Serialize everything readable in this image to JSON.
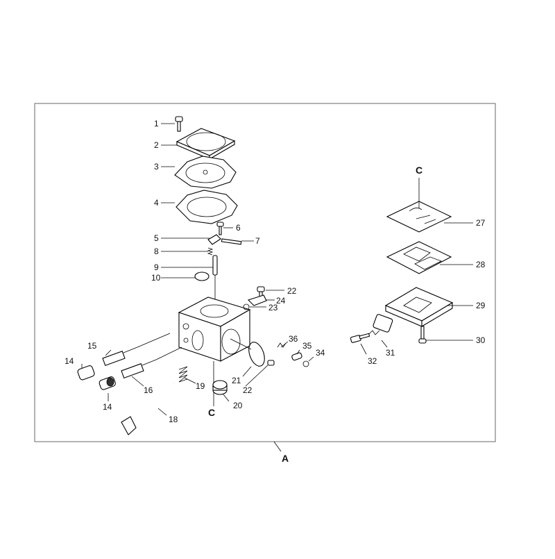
{
  "diagram": {
    "frame_label": "A",
    "callouts": [
      {
        "id": "c1",
        "text": "1"
      },
      {
        "id": "c2",
        "text": "2"
      },
      {
        "id": "c3",
        "text": "3"
      },
      {
        "id": "c4",
        "text": "4"
      },
      {
        "id": "c5",
        "text": "5"
      },
      {
        "id": "c6",
        "text": "6"
      },
      {
        "id": "c7",
        "text": "7"
      },
      {
        "id": "c8",
        "text": "8"
      },
      {
        "id": "c9",
        "text": "9"
      },
      {
        "id": "c10",
        "text": "10"
      },
      {
        "id": "c14a",
        "text": "14"
      },
      {
        "id": "c14b",
        "text": "14"
      },
      {
        "id": "c15",
        "text": "15"
      },
      {
        "id": "c16",
        "text": "16"
      },
      {
        "id": "c18",
        "text": "18"
      },
      {
        "id": "c19",
        "text": "19"
      },
      {
        "id": "c20",
        "text": "20"
      },
      {
        "id": "c21",
        "text": "21"
      },
      {
        "id": "c22a",
        "text": "22"
      },
      {
        "id": "c22b",
        "text": "22"
      },
      {
        "id": "c23",
        "text": "23"
      },
      {
        "id": "c24",
        "text": "24"
      },
      {
        "id": "c27",
        "text": "27"
      },
      {
        "id": "c28",
        "text": "28"
      },
      {
        "id": "c29",
        "text": "29"
      },
      {
        "id": "c30",
        "text": "30"
      },
      {
        "id": "c31",
        "text": "31"
      },
      {
        "id": "c32",
        "text": "32"
      },
      {
        "id": "c34",
        "text": "34"
      },
      {
        "id": "c35",
        "text": "35"
      },
      {
        "id": "c36",
        "text": "36"
      },
      {
        "id": "cC1",
        "text": "C"
      },
      {
        "id": "cC2",
        "text": "C"
      }
    ]
  }
}
